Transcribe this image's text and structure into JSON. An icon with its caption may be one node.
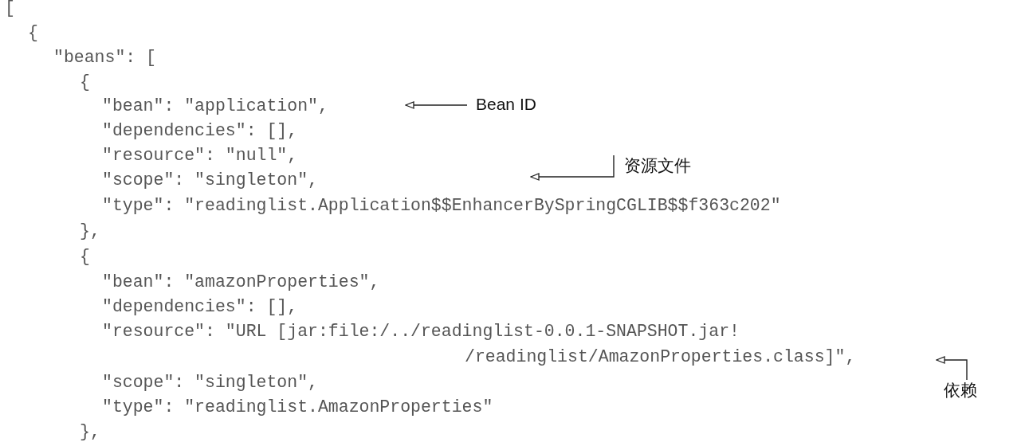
{
  "diagram": {
    "nodes": [
      {
        "text": [
          "Bean ID"
        ]
      },
      {
        "text": [
          "资源文件"
        ]
      },
      {
        "text": [
          "依赖"
        ]
      }
    ],
    "edges": [
      {
        "from": 0,
        "to": null,
        "arrow": "to"
      },
      {
        "from": 1,
        "to": null,
        "arrow": "to"
      },
      {
        "from": 2,
        "to": null,
        "arrow": "to"
      }
    ],
    "labels": [
      "[",
      "{",
      "\"beans\": [",
      "{",
      "\"bean\": \"application\",",
      "\"dependencies\": [],",
      "\"resource\": \"null\",",
      "\"scope\": \"singleton\",",
      "\"type\": \"readinglist.Application$$EnhancerBySpringCGLIB$$f363c202\"",
      "},",
      "{",
      "\"bean\": \"amazonProperties\",",
      "\"dependencies\": [],",
      "\"resource\": \"URL [jar:file:/../readinglist-0.0.1-SNAPSHOT.jar!",
      "/readinglist/AmazonProperties.class]\",",
      "\"scope\": \"singleton\",",
      "\"type\": \"readinglist.AmazonProperties\"",
      "},"
    ]
  }
}
